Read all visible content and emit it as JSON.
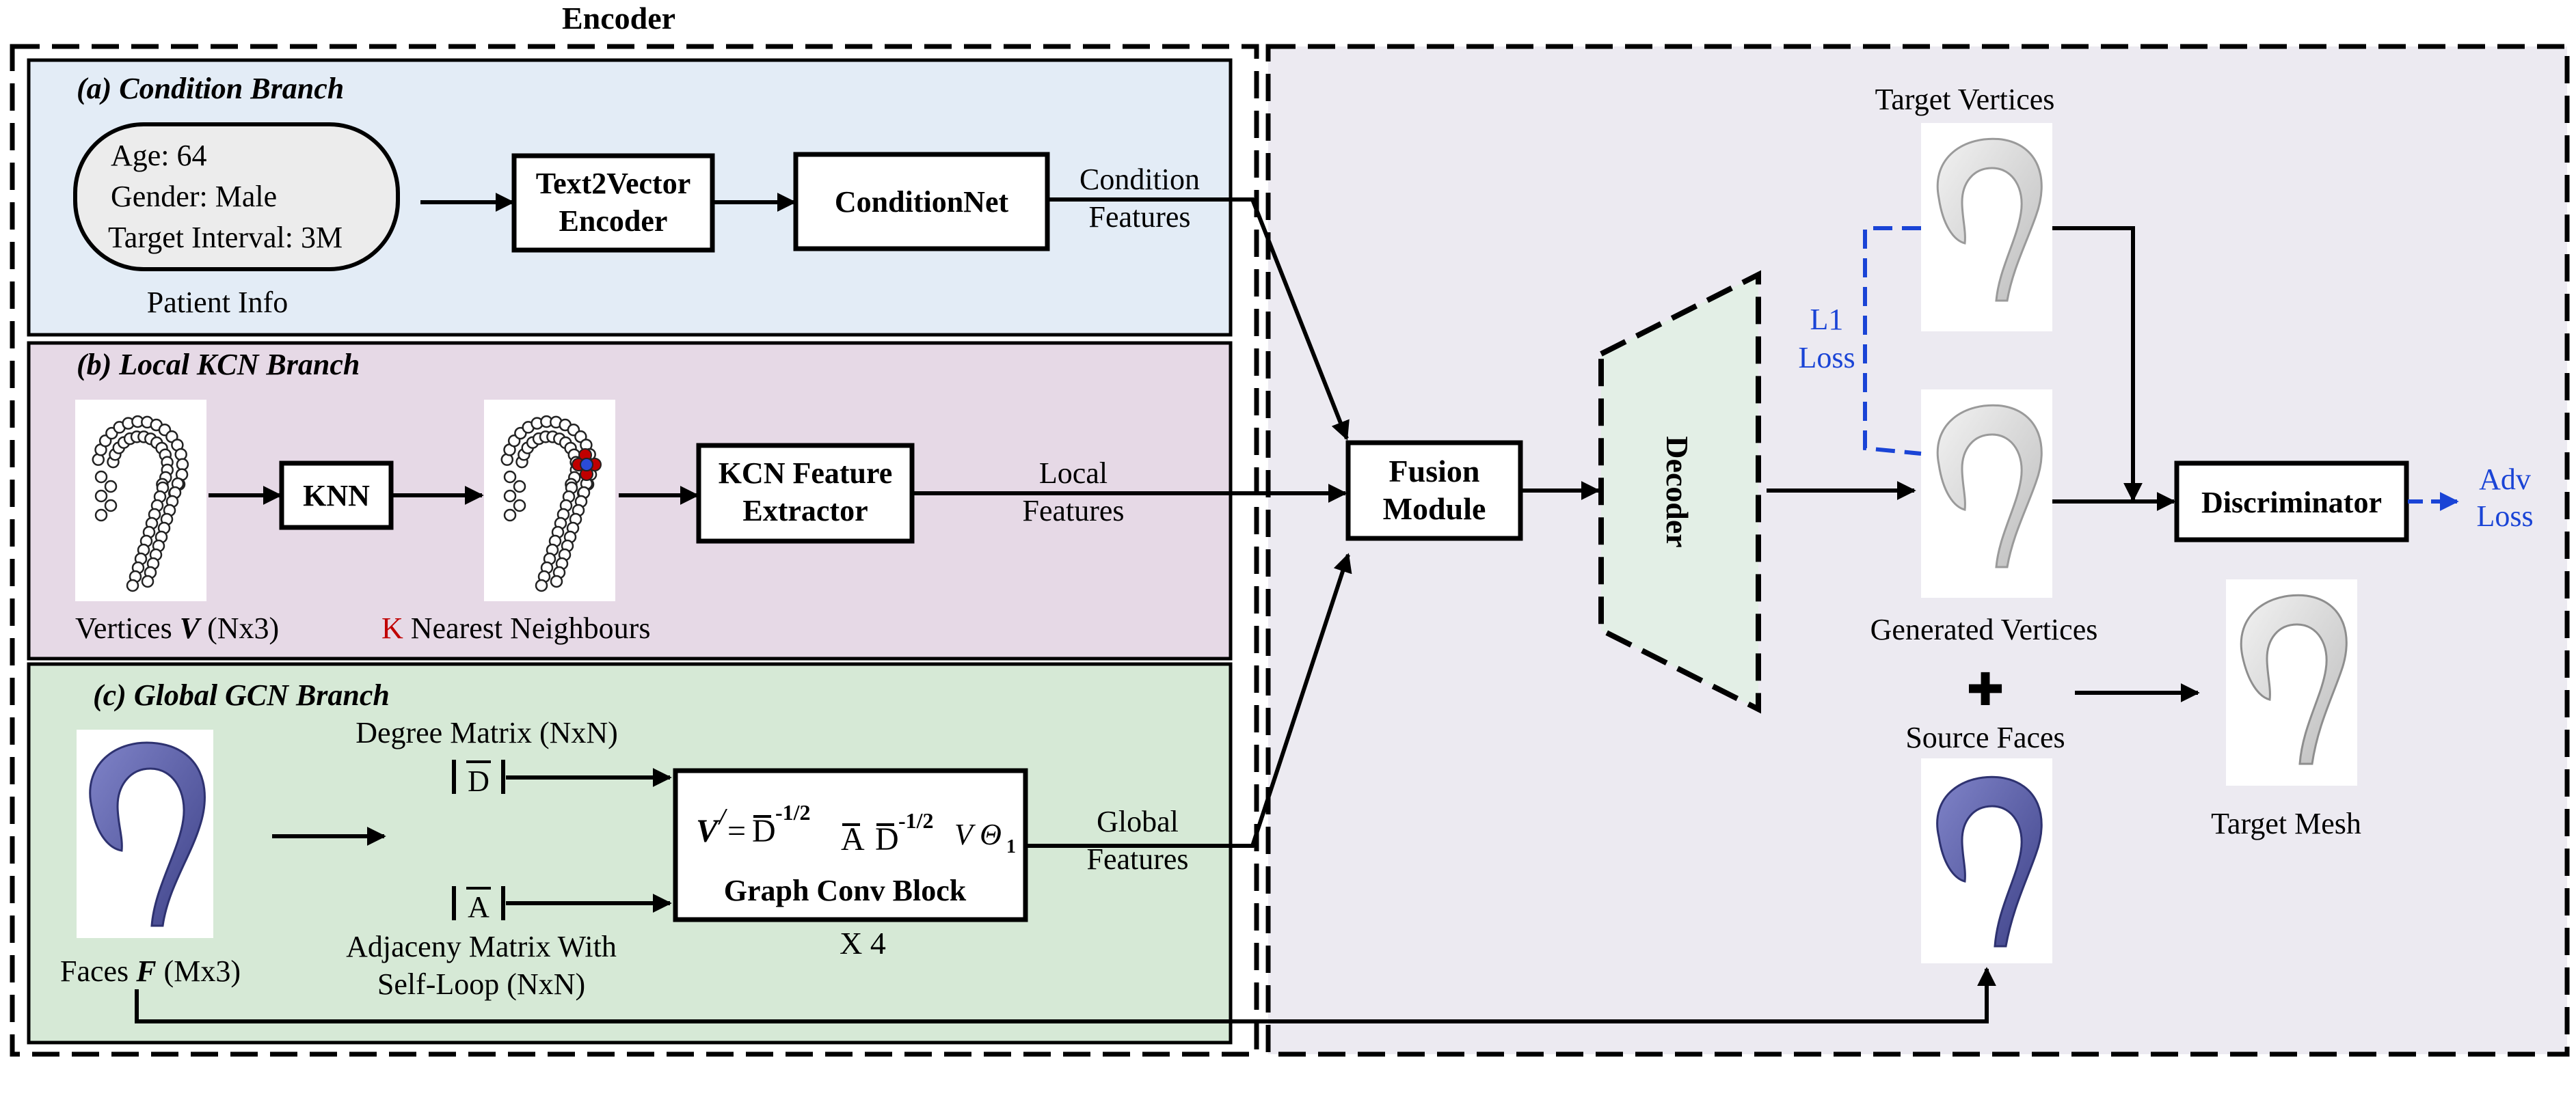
{
  "colors": {
    "condition_bg": "#e3ecf6",
    "local_bg": "#e6d9e6",
    "global_bg": "#d6e9d6",
    "right_bg": "#eceaf1",
    "decoder_bg": "#e3efe6",
    "loss_blue": "#1a44d6",
    "k_red": "#c00000",
    "mesh_blue": "#5a5fa6",
    "mesh_gray": "#d8d8d8"
  },
  "encoder": {
    "title": "Encoder"
  },
  "condition": {
    "title": "(a) Condition Branch",
    "patient": {
      "age": "Age: 64",
      "gender": "Gender: Male",
      "interval": "Target Interval: 3M",
      "caption": "Patient Info"
    },
    "text2vector": {
      "line1": "Text2Vector",
      "line2": "Encoder"
    },
    "conditionnet": "ConditionNet",
    "features": {
      "line1": "Condition",
      "line2": "Features"
    }
  },
  "local": {
    "title": "(b) Local KCN Branch",
    "vertices_caption_a": "Vertices ",
    "vertices_caption_v": "V",
    "vertices_caption_b": " (Nx3)",
    "knn": "KNN",
    "k_letter": "K",
    "neighbours": " Nearest Neighbours",
    "kcn": {
      "line1": "KCN Feature",
      "line2": "Extractor"
    },
    "features": {
      "line1": "Local",
      "line2": "Features"
    }
  },
  "global": {
    "title": "(c) Global GCN Branch",
    "faces_caption_a": "Faces ",
    "faces_caption_f": "F",
    "faces_caption_b": " (Mx3)",
    "degree_label": "Degree Matrix (NxN)",
    "degree_symbol": "D",
    "adjacency_symbol": "A",
    "adjacency_line1": "Adjaceny Matrix With",
    "adjacency_line2": "Self-Loop (NxN)",
    "formula": {
      "v": "V",
      "prime": "/",
      "eq": "=",
      "d": "D",
      "exp": "-1/2",
      "a": "A",
      "theta": "V Θ",
      "sub": "1"
    },
    "block": "Graph Conv Block",
    "repeat": "X 4",
    "features": {
      "line1": "Global",
      "line2": "Features"
    }
  },
  "fusion": {
    "line1": "Fusion",
    "line2": "Module"
  },
  "decoder": "Decoder",
  "right": {
    "target_vertices": "Target Vertices",
    "l1_line1": "L1",
    "l1_line2": "Loss",
    "generated_vertices": "Generated Vertices",
    "plus": "✚",
    "source_faces": "Source Faces",
    "discriminator": "Discriminator",
    "adv_line1": "Adv",
    "adv_line2": "Loss",
    "target_mesh": "Target Mesh"
  }
}
